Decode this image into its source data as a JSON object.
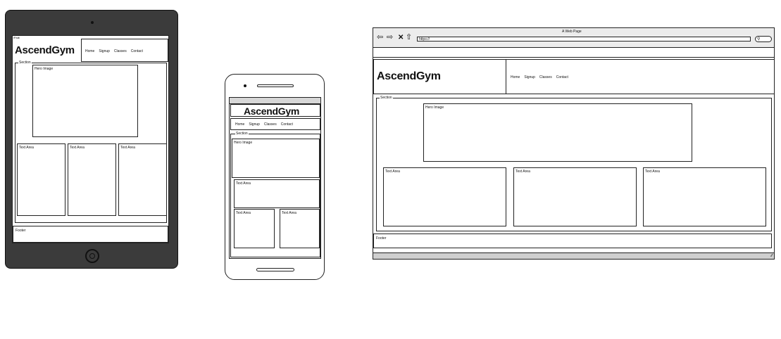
{
  "brand": "AscendGym",
  "nav": [
    "Home",
    "Signup",
    "Classes",
    "Contact"
  ],
  "labels": {
    "section": "Section",
    "hero": "Hero Image",
    "text_area": "Text Area",
    "footer": "Footer"
  },
  "tablet": {
    "status": "iPad"
  },
  "browser": {
    "title": "A Web Page",
    "url": "https://",
    "icons": [
      "back-arrow-icon",
      "forward-arrow-icon",
      "close-x-icon",
      "home-icon",
      "search-icon"
    ]
  }
}
